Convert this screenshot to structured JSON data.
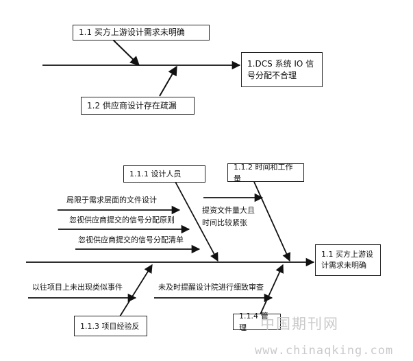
{
  "top_diagram": {
    "cause_1": "1.1  买方上游设计需求未明确",
    "cause_2": "1.2  供应商设计存在疏漏",
    "effect": "1.DCS 系统 IO 信号分配不合理"
  },
  "bottom_diagram": {
    "effect": "1.1  买方上游设计需求未明确",
    "cat_designer": "1.1.1  设计人员",
    "cat_time": "1.1.2  时间和工作量",
    "cat_experience": "1.1.3  项目经验反",
    "cat_management": "1.1.4  管理",
    "sub_1": "局限于需求层面的文件设计",
    "sub_2": "忽视供应商提交的信号分配原则",
    "sub_3": "忽视供应商提交的信号分配清单",
    "sub_4": "提资文件量大且时间比较紧张",
    "sub_5": "以往项目上未出现类似事件",
    "sub_6": "未及时提醒设计院进行细致审查"
  },
  "watermark": {
    "line1": "中国期刊网",
    "line2": "www.chinaqking.com"
  },
  "colors": {
    "line": "#111111",
    "watermark": "#c9c9c9"
  }
}
